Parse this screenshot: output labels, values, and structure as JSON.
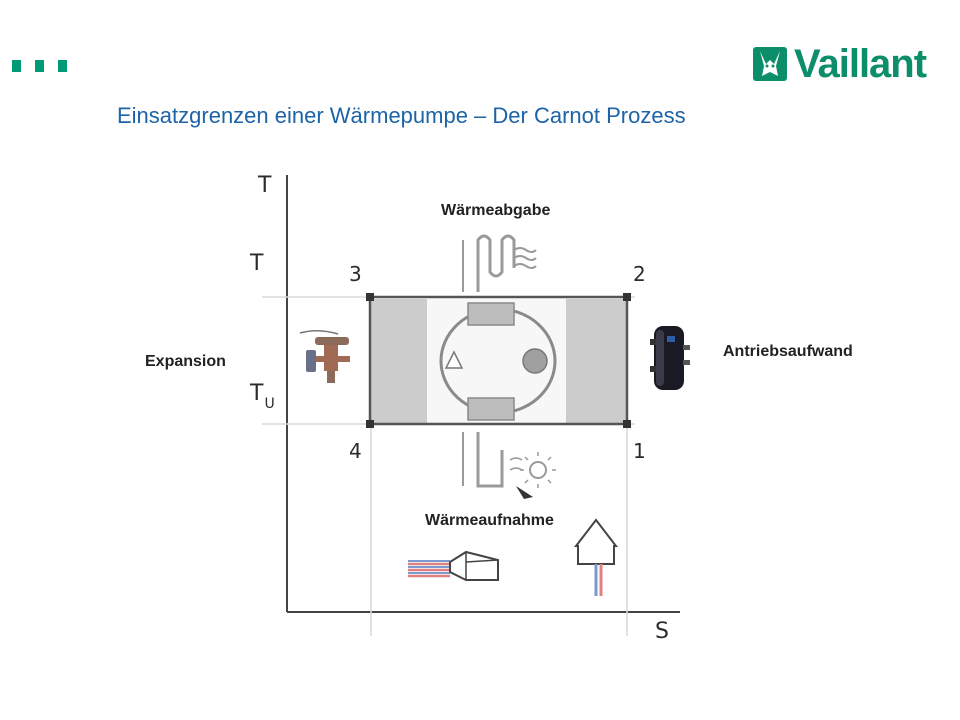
{
  "slide": {
    "title": "Einsatzgrenzen einer Wärmepumpe – Der Carnot Prozess",
    "logo_text": "Vaillant",
    "logo_icon": "hare-logo-icon",
    "accent_color": "#009a74",
    "title_color": "#1d63a8"
  },
  "diagram": {
    "labels": {
      "heat_release": "Wärmeabgabe",
      "heat_absorption": "Wärmeaufnahme",
      "expansion": "Expansion",
      "drive_power": "Antriebsaufwand"
    },
    "axes": {
      "y_label": "T",
      "x_label": "S",
      "t_high": "T",
      "t_ambient": "T",
      "t_ambient_sub": "U"
    },
    "corners": [
      "1",
      "2",
      "3",
      "4"
    ]
  }
}
